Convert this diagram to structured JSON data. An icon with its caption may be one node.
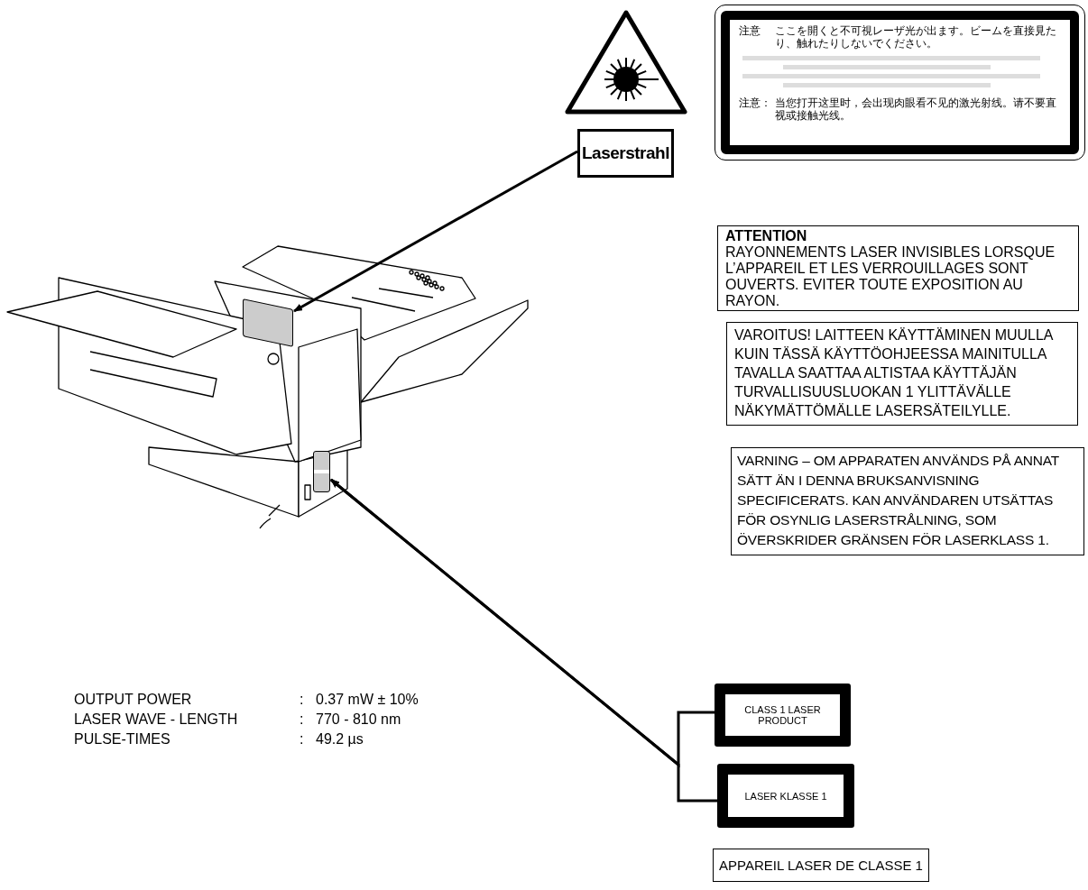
{
  "diagram": {
    "nodes": [
      {
        "text": [
          "Laserstrahl"
        ]
      },
      {
        "text": [
          "注意",
          "ここを開くと不可視レーザ光が出ます。ビームを直接見たり、触れたりしないでください。",
          "注意：",
          "当您打开这里时，会出现肉眼看不见的激光射线。请不要直视或接触光线。"
        ]
      },
      {
        "text": [
          "ATTENTION",
          "RAYONNEMENTS LASER INVISIBLES LORSQUE L’APPAREIL ET LES VERROUILLAGES SONT OUVERTS. EVITER TOUTE EXPOSITION AU RAYON."
        ]
      },
      {
        "text": [
          "VAROITUS! LAITTEEN KÄYTTÄMINEN MUULLA KUIN TÄSSÄ KÄYTTÖOHJEESSA MAINITULLA TAVALLA SAATTAA ALTISTAA KÄYTTÄJÄN TURVALLISUUSLUOKAN 1 YLITTÄVÄLLE NÄKYMÄTTÖMÄLLE LASERSÄTEILYLLE."
        ]
      },
      {
        "text": [
          "VARNING – OM APPARATEN ANVÄNDS PÅ ANNAT SÄTT ÄN I DENNA BRUKSANVISNING SPECIFICERATS. KAN ANVÄNDAREN UTSÄTTAS FÖR OSYNLIG LASERSTRÅLNING, SOM ÖVERSKRIDER GRÄNSEN FÖR LASERKLASS 1."
        ]
      },
      {
        "text": [
          "CLASS 1 LASER PRODUCT"
        ]
      },
      {
        "text": [
          "LASER KLASSE 1"
        ]
      },
      {
        "text": [
          "APPAREIL LASER DE CLASSE 1"
        ]
      },
      {
        "text": [],
        "shape": "box"
      },
      {
        "text": [],
        "shape": "box"
      }
    ],
    "edges": [
      {
        "from": 0,
        "to": 8,
        "arrow": "to"
      },
      {
        "from": 5,
        "to": 9,
        "arrow": "to"
      },
      {
        "from": 6,
        "to": 9,
        "arrow": "to"
      }
    ],
    "labels": [
      "OUTPUT POWER",
      ":",
      "0.37 mW ± 10%",
      "LASER WAVE - LENGTH",
      ":",
      "770 - 810 nm",
      "PULSE-TIMES",
      ":",
      "49.2 µs"
    ]
  }
}
